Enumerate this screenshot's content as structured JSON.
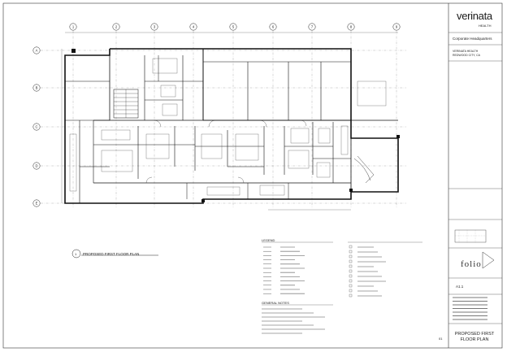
{
  "titleblock": {
    "logo_text": "verinata",
    "logo_sub": "HEALTH",
    "project_name": "Corporate Headquarters",
    "address_line1": "VERINATA HEALTH",
    "address_line2": "REDWOOD CITY, CA",
    "architect_name": "folio",
    "sheet_title": "PROPOSED FIRST FLOOR PLAN",
    "sheet_number": "A1.1",
    "page_mark": "01"
  },
  "plan": {
    "caption_number": "1",
    "caption_title": "PROPOSED FIRST FLOOR PLAN",
    "grid_columns": [
      "1",
      "2",
      "3",
      "4",
      "5",
      "6",
      "7",
      "8",
      "9"
    ],
    "grid_rows": [
      "A",
      "B",
      "C",
      "D",
      "E"
    ]
  },
  "legend": {
    "title": "LEGEND"
  },
  "notes": {
    "title": "GENERAL NOTES"
  }
}
